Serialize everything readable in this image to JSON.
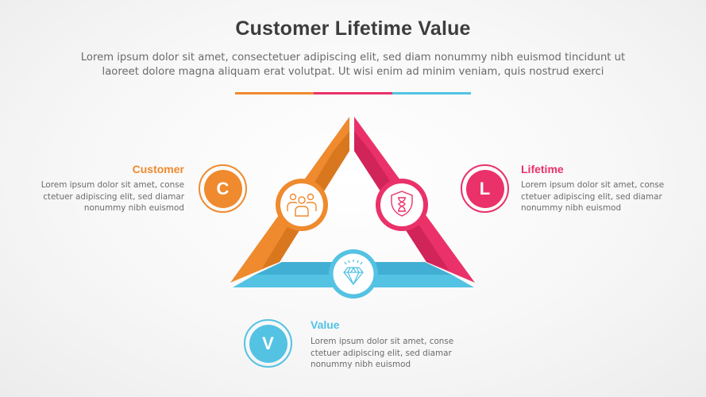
{
  "header": {
    "title": "Customer Lifetime Value",
    "subtitle_line1": "Lorem ipsum dolor sit amet, consectetuer adipiscing elit, sed diam nonummy nibh euismod tincidunt ut",
    "subtitle_line2": "laoreet dolore magna aliquam erat volutpat. Ut wisi enim ad minim veniam, quis nostrud exerci"
  },
  "colors": {
    "orange": "#EF8A2E",
    "orange_dark": "#D9771F",
    "pink": "#EA3169",
    "pink_dark": "#D12459",
    "blue": "#54C2E3",
    "blue_dark": "#41AFD3",
    "title": "#3D3D3D",
    "text": "#6B6B6B"
  },
  "divider": [
    "#EF8A2E",
    "#EA3169",
    "#54C2E3"
  ],
  "items": [
    {
      "letter": "C",
      "title": "Customer",
      "desc_line1": "Lorem ipsum dolor sit amet, conse",
      "desc_line2": "ctetuer adipiscing elit, sed diamar",
      "desc_line3": "nonummy nibh euismod",
      "icon": "people-group-icon",
      "color": "#EF8A2E"
    },
    {
      "letter": "L",
      "title": "Lifetime",
      "desc_line1": "Lorem ipsum dolor sit amet, conse",
      "desc_line2": "ctetuer adipiscing elit, sed diamar",
      "desc_line3": "nonummy nibh euismod",
      "icon": "shield-hourglass-icon",
      "color": "#EA3169"
    },
    {
      "letter": "V",
      "title": "Value",
      "desc_line1": "Lorem ipsum dolor sit amet, conse",
      "desc_line2": "ctetuer adipiscing elit, sed diamar",
      "desc_line3": "nonummy nibh euismod",
      "icon": "diamond-icon",
      "color": "#54C2E3"
    }
  ]
}
